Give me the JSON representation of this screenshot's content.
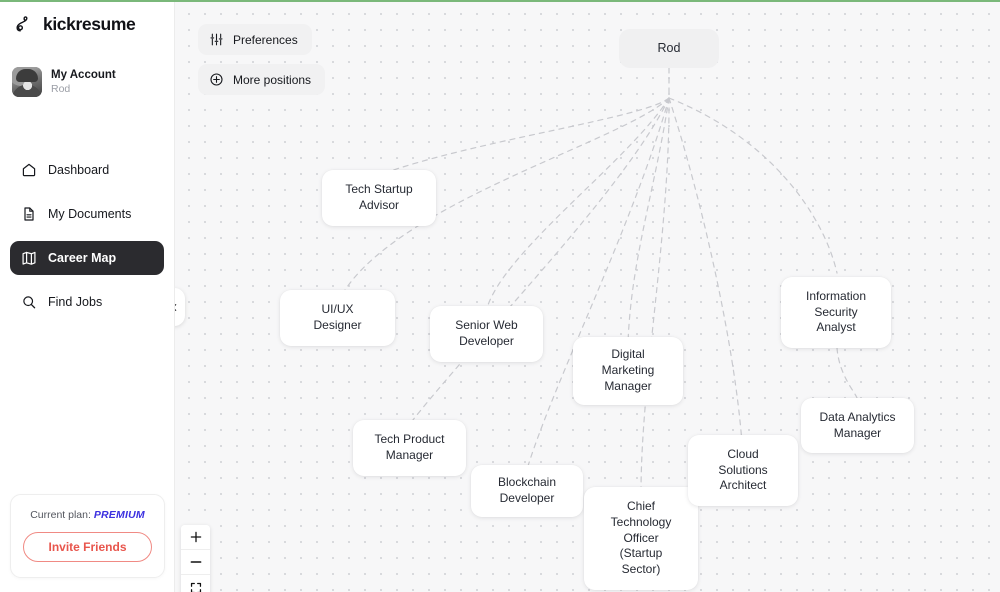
{
  "brand": {
    "name": "kickresume",
    "logo_icon": "kickresume-logo-icon"
  },
  "account": {
    "title": "My Account",
    "name": "Rod",
    "avatar_icon": "user-avatar"
  },
  "sidebar": {
    "items": [
      {
        "label": "Dashboard",
        "icon": "home-icon",
        "active": false
      },
      {
        "label": "My Documents",
        "icon": "document-icon",
        "active": false
      },
      {
        "label": "Career Map",
        "icon": "map-icon",
        "active": true
      },
      {
        "label": "Find Jobs",
        "icon": "search-icon",
        "active": false
      }
    ]
  },
  "plan_card": {
    "prefix": "Current plan:",
    "plan": "PREMIUM",
    "invite_label": "Invite Friends",
    "plan_color": "#3b2fe0",
    "invite_color": "#e8564d"
  },
  "toolbar": {
    "preferences_label": "Preferences",
    "preferences_icon": "sliders-icon",
    "more_positions_label": "More positions",
    "more_positions_icon": "plus-circle-icon"
  },
  "canvas": {
    "collapse_icon": "chevron-left-icon",
    "zoom_in_label": "+",
    "zoom_out_label": "−",
    "fit_view_icon": "fit-view-icon",
    "background": "#f7f7f8",
    "edge_color": "#c8c9ce",
    "edge_style": "dashed"
  },
  "career_map": {
    "root": {
      "id": "root",
      "label": "Rod"
    },
    "nodes": [
      {
        "id": "tech-startup-advisor",
        "label": "Tech Startup Advisor",
        "lines": [
          "Tech Startup",
          "Advisor"
        ]
      },
      {
        "id": "ui-ux-designer",
        "label": "UI/UX Designer",
        "lines": [
          "UI/UX",
          "Designer"
        ]
      },
      {
        "id": "senior-web-developer",
        "label": "Senior Web Developer",
        "lines": [
          "Senior Web",
          "Developer"
        ]
      },
      {
        "id": "tech-product-manager",
        "label": "Tech Product Manager",
        "lines": [
          "Tech Product",
          "Manager"
        ]
      },
      {
        "id": "blockchain-developer",
        "label": "Blockchain Developer",
        "lines": [
          "Blockchain",
          "Developer"
        ]
      },
      {
        "id": "digital-marketing-manager",
        "label": "Digital Marketing Manager",
        "lines": [
          "Digital",
          "Marketing",
          "Manager"
        ]
      },
      {
        "id": "chief-technology-officer",
        "label": "Chief Technology Officer (Startup Sector)",
        "lines": [
          "Chief",
          "Technology",
          "Officer",
          "(Startup",
          "Sector)"
        ]
      },
      {
        "id": "cloud-solutions-architect",
        "label": "Cloud Solutions Architect",
        "lines": [
          "Cloud",
          "Solutions",
          "Architect"
        ]
      },
      {
        "id": "information-security-analyst",
        "label": "Information Security Analyst",
        "lines": [
          "Information",
          "Security",
          "Analyst"
        ]
      },
      {
        "id": "data-analytics-manager",
        "label": "Data Analytics Manager",
        "lines": [
          "Data Analytics",
          "Manager"
        ]
      }
    ]
  }
}
